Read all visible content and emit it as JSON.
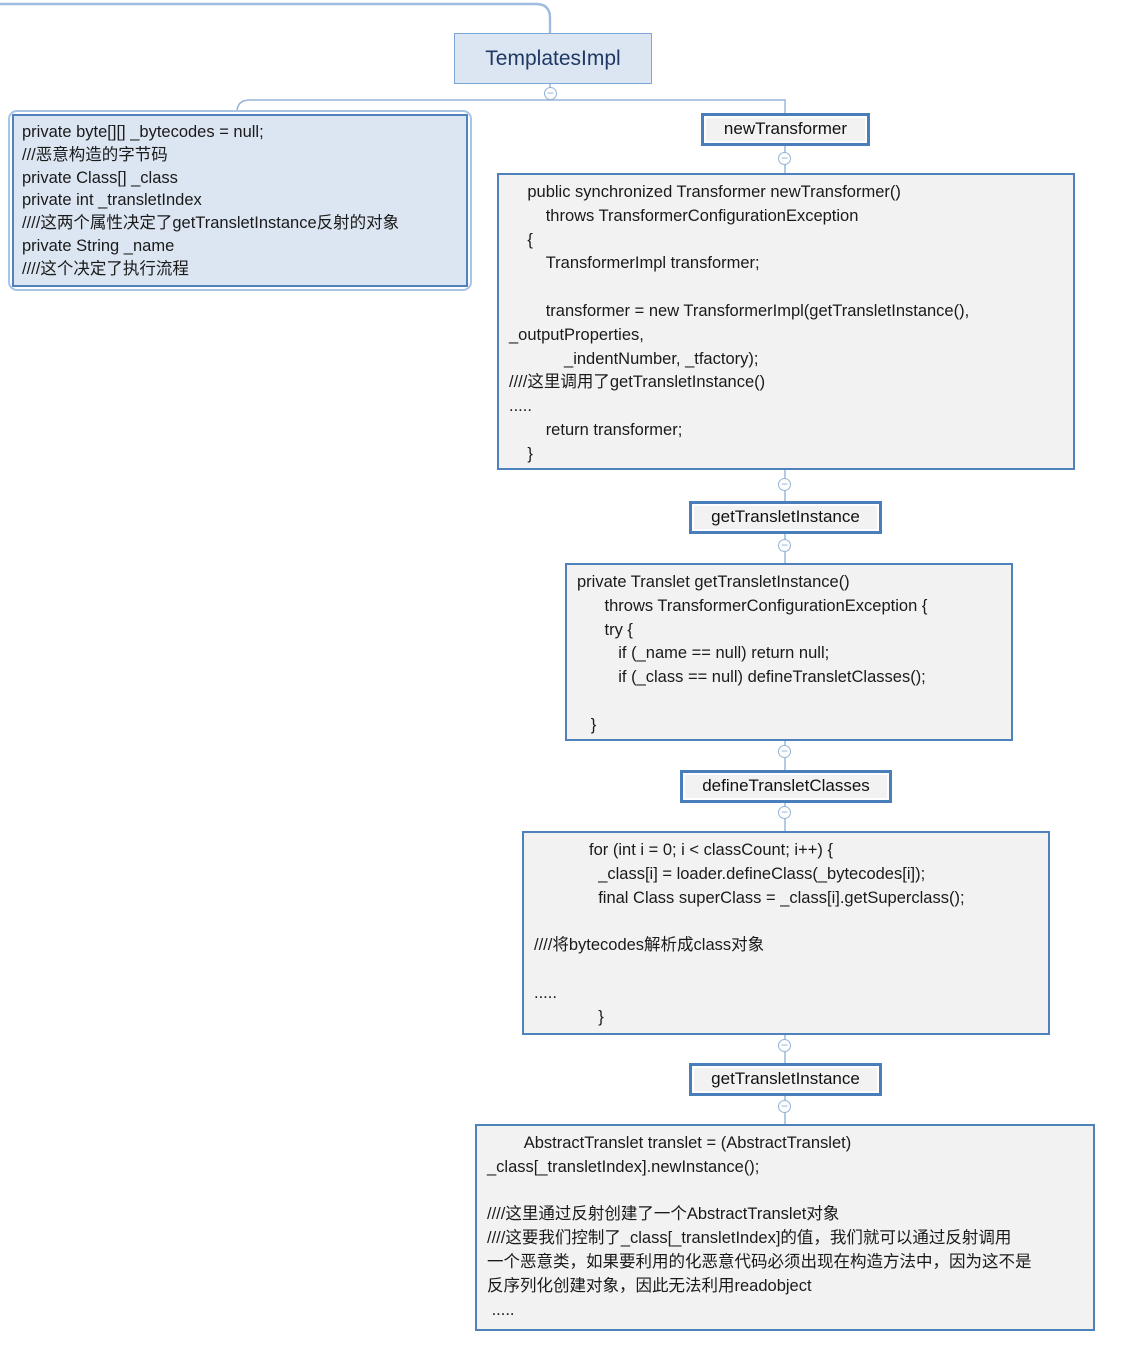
{
  "colors": {
    "canvas_bg": "#ffffff",
    "root_node_fill": "#dce6f2",
    "root_node_border": "#7da7d8",
    "root_node_text": "#1f3864",
    "note_box_fill": "#dce6f2",
    "note_box_inner_border": "#4f81bd",
    "note_box_outer_border": "#a9c4e4",
    "method_node_fill": "#f2f2f2",
    "method_node_border": "#4a7ebb",
    "code_box_fill": "#f2f2f2",
    "code_box_border": "#4f81bd",
    "connector_line": "#95b3d7",
    "code_text": "#1a1a1a"
  },
  "icons": {
    "collapse": "−"
  },
  "root": {
    "label": "TemplatesImpl"
  },
  "fields_box": {
    "code": "private byte[][] _bytecodes = null;\n///恶意构造的字节码\nprivate Class[] _class\nprivate int _transletIndex\n////这两个属性决定了getTransletInstance反射的对象\nprivate String _name\n////这个决定了执行流程"
  },
  "chain": [
    {
      "label": "newTransformer",
      "code": "    public synchronized Transformer newTransformer()\n        throws TransformerConfigurationException\n    {\n        TransformerImpl transformer;\n\n        transformer = new TransformerImpl(getTransletInstance(),\n_outputProperties,\n            _indentNumber, _tfactory);\n////这里调用了getTransletInstance()\n.....\n        return transformer;\n    }"
    },
    {
      "label": "getTransletInstance",
      "code": "private Translet getTransletInstance()\n      throws TransformerConfigurationException {\n      try {\n         if (_name == null) return null;\n         if (_class == null) defineTransletClasses();\n\n   }"
    },
    {
      "label": "defineTransletClasses",
      "code": "            for (int i = 0; i < classCount; i++) {\n              _class[i] = loader.defineClass(_bytecodes[i]);\n              final Class superClass = _class[i].getSuperclass();\n\n////将bytecodes解析成class对象\n\n.....\n              }"
    },
    {
      "label": "getTransletInstance",
      "code": "        AbstractTranslet translet = (AbstractTranslet)\n_class[_transletIndex].newInstance();\n\n////这里通过反射创建了一个AbstractTranslet对象\n////这要我们控制了_class[_transletIndex]的值，我们就可以通过反射调用\n一个恶意类，如果要利用的化恶意代码必须出现在构造方法中，因为这不是\n反序列化创建对象，因此无法利用readobject\n ....."
    }
  ]
}
